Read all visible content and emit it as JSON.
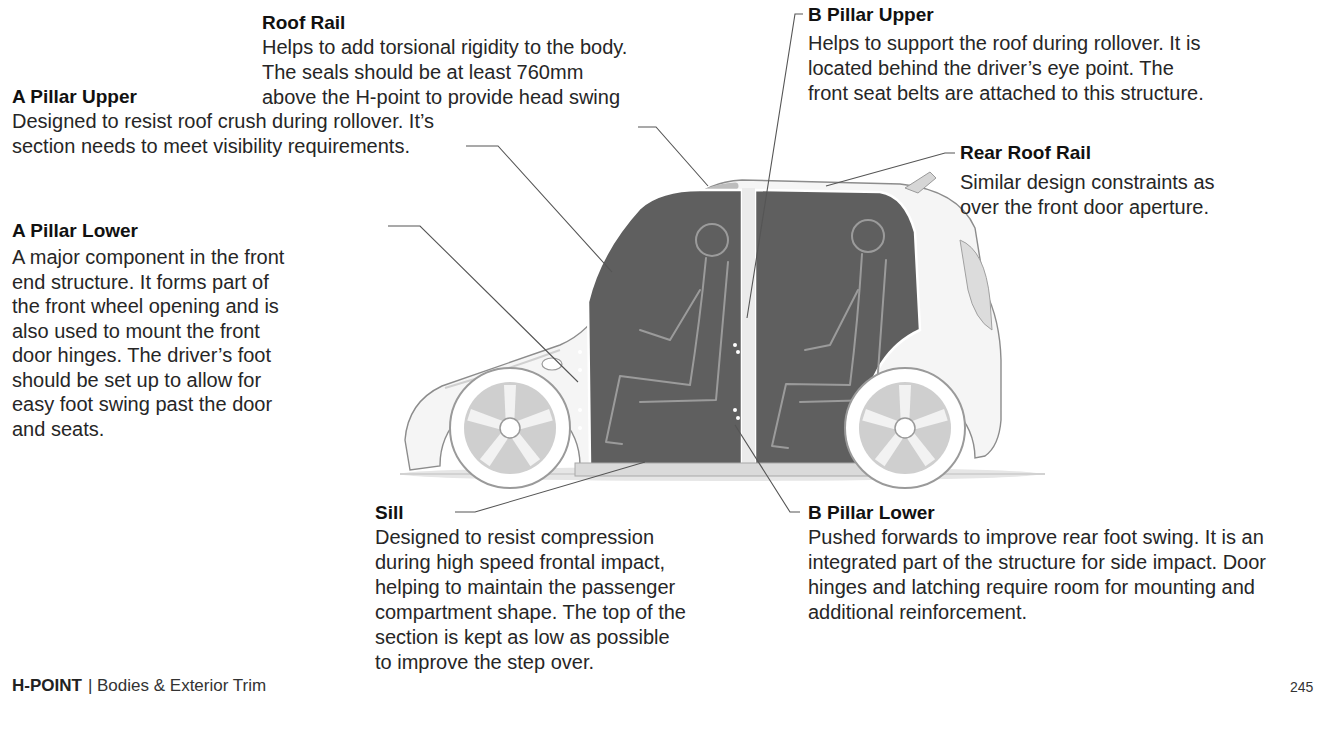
{
  "diagram": {
    "labels": [
      "Roof Rail",
      "Helps to add torsional rigidity to the body. The seals should be at least 760mm above the H-point to provide head swing",
      "B Pillar Upper",
      "Helps to support the roof during rollover. It is located behind the driver’s eye point. The front seat belts are attached to this structure.",
      "A Pillar Upper",
      "Designed to resist roof crush during rollover. It’s section needs to meet visibility requirements.",
      "Rear Roof Rail",
      "Similar design constraints as over the front door aperture.",
      "A Pillar Lower",
      "A major component in the front end structure. It forms part of the front wheel opening and is also used to mount the front door hinges. The driver’s foot should be set up to allow for easy foot swing past the door and seats.",
      "Sill",
      "Designed to resist compression during high speed frontal impact, helping to maintain the passenger compartment shape. The top of the section is kept as low as possible to improve the step over.",
      "B Pillar Lower",
      "Pushed forwards to improve rear foot swing. It is an integrated part of the structure for side impact. Door hinges and latching require room for mounting and additional reinforcement.",
      "H-POINT",
      "| Bodies & Exterior Trim",
      "245"
    ]
  }
}
